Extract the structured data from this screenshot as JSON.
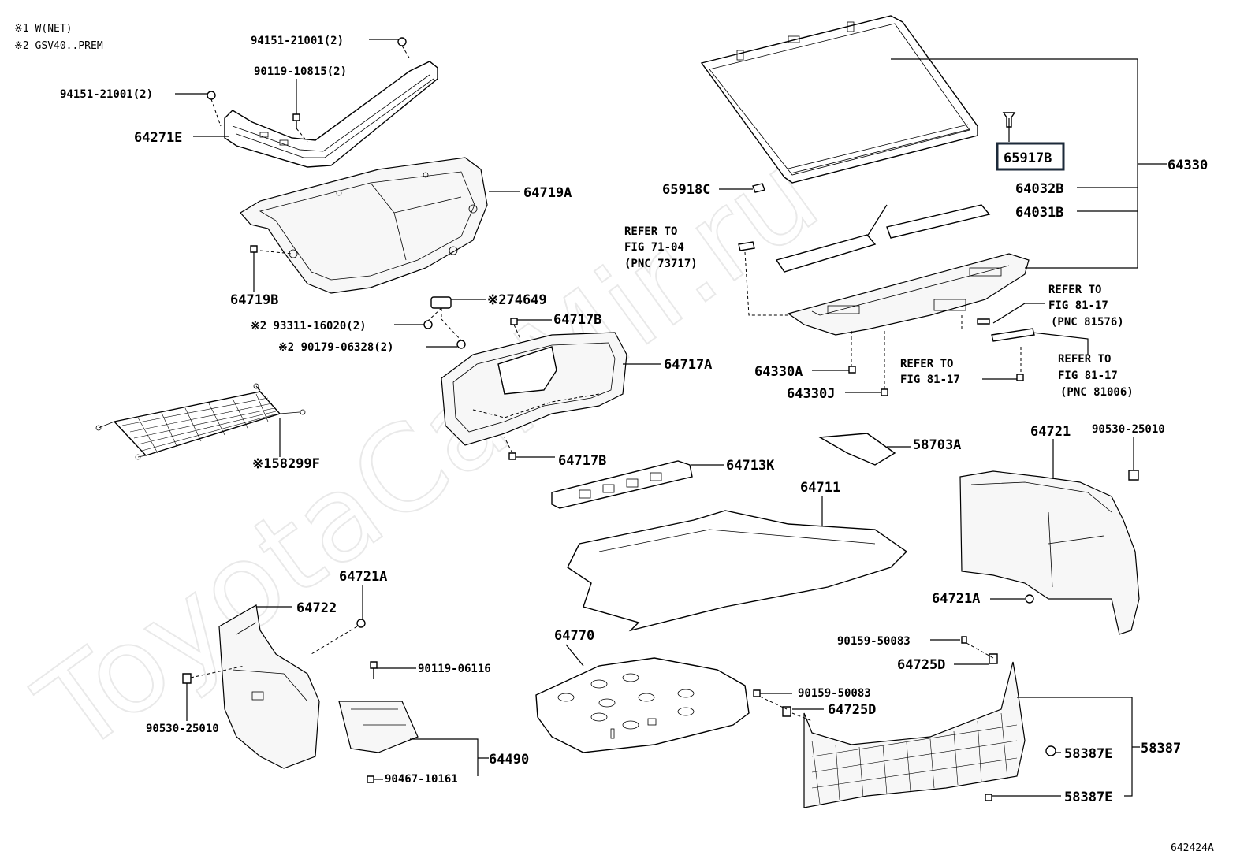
{
  "watermark": "ToyotaCarMir.ru",
  "notes": [
    "※1  W(NET)",
    "※2  GSV40..PREM"
  ],
  "figure_id": "642424A",
  "labels": {
    "p94151_top": "94151-21001(2)",
    "p90119_10815": "90119-10815(2)",
    "p94151_left": "94151-21001(2)",
    "p64271E": "64271E",
    "p64719A": "64719A",
    "p64719B": "64719B",
    "p74649": "※274649",
    "p93311": "※2 93311-16020(2)",
    "p90179": "※2 90179-06328(2)",
    "p64717B_top": "64717B",
    "p64717A": "64717A",
    "p64717B_bottom": "64717B",
    "p64713K": "64713K",
    "p58299F": "※158299F",
    "p64330": "64330",
    "p65917B": "65917B",
    "p65918C": "65918C",
    "p64032B": "64032B",
    "p64031B": "64031B",
    "refer_7104_1": "REFER TO",
    "refer_7104_2": "FIG 71-04",
    "refer_7104_3": "(PNC 73717)",
    "refer_81576_1": "REFER TO",
    "refer_81576_2": "FIG 81-17",
    "refer_81576_3": "(PNC 81576)",
    "refer_81006_1": "REFER TO",
    "refer_81006_2": "FIG 81-17",
    "refer_81006_3": "(PNC 81006)",
    "refer_817_1": "REFER TO",
    "refer_817_2": "FIG 81-17",
    "p64330A": "64330A",
    "p64330J": "64330J",
    "p58703A": "58703A",
    "p64721": "64721",
    "p90530_right": "90530-25010",
    "p64711": "64711",
    "p64721A_right": "64721A",
    "p64721A_left": "64721A",
    "p64722": "64722",
    "p90119_06116": "90119-06116",
    "p90530_left": "90530-25010",
    "p64490": "64490",
    "p90467": "90467-10161",
    "p64770": "64770",
    "p90159_top": "90159-50083",
    "p64725D_top": "64725D",
    "p90159_mid": "90159-50083",
    "p64725D_mid": "64725D",
    "p58387E_top": "58387E",
    "p58387": "58387",
    "p58387E_bottom": "58387E"
  },
  "highlighted_part": "65917B"
}
